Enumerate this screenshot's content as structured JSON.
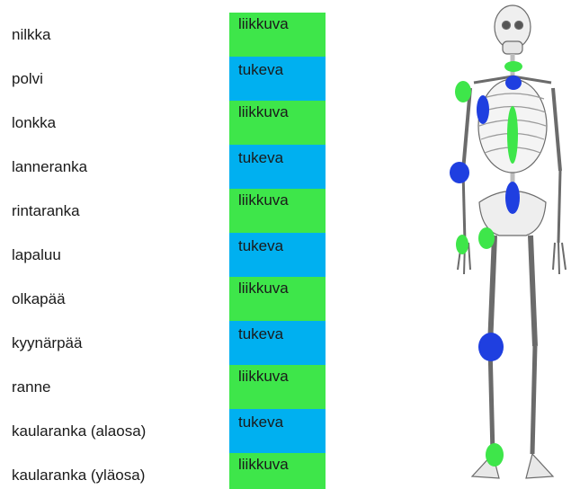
{
  "colors": {
    "liikkuva": "#3ee64a",
    "tukeva": "#00b0f0",
    "joint_dot_blue": "#1f3fe0",
    "joint_dot_green": "#3ee64a"
  },
  "rows": [
    {
      "joint": "nilkka",
      "type": "liikkuva"
    },
    {
      "joint": "polvi",
      "type": "tukeva"
    },
    {
      "joint": "lonkka",
      "type": "liikkuva"
    },
    {
      "joint": "lanneranka",
      "type": "tukeva"
    },
    {
      "joint": "rintaranka",
      "type": "liikkuva"
    },
    {
      "joint": "lapaluu",
      "type": "tukeva"
    },
    {
      "joint": "olkapää",
      "type": "liikkuva"
    },
    {
      "joint": "kyynärpää",
      "type": "tukeva"
    },
    {
      "joint": "ranne",
      "type": "liikkuva"
    },
    {
      "joint": "kaularanka (alaosa)",
      "type": "tukeva"
    },
    {
      "joint": "kaularanka (yläosa)",
      "type": "liikkuva"
    }
  ],
  "skeleton": {
    "image": "skeleton-illustration",
    "joint_markers": [
      {
        "name": "neck-upper",
        "color": "green"
      },
      {
        "name": "neck-lower",
        "color": "blue"
      },
      {
        "name": "shoulder",
        "color": "green"
      },
      {
        "name": "scapula",
        "color": "blue"
      },
      {
        "name": "thoracic-spine",
        "color": "green"
      },
      {
        "name": "elbow",
        "color": "blue"
      },
      {
        "name": "lumbar-spine",
        "color": "blue"
      },
      {
        "name": "wrist",
        "color": "green"
      },
      {
        "name": "hip",
        "color": "green"
      },
      {
        "name": "knee",
        "color": "blue"
      },
      {
        "name": "ankle",
        "color": "green"
      }
    ]
  }
}
